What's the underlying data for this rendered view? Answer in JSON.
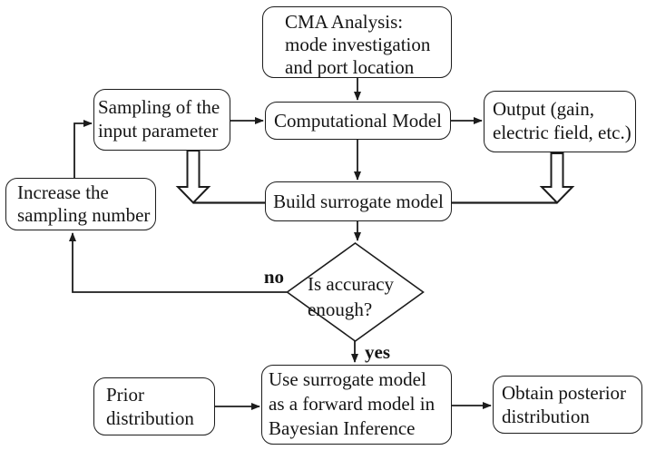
{
  "flowchart": {
    "nodes": {
      "cma": {
        "lines": [
          "CMA Analysis:",
          "mode investigation",
          "and port location"
        ]
      },
      "sampling": {
        "lines": [
          "Sampling of the",
          "input parameter"
        ]
      },
      "computational": {
        "lines": [
          "Computational Model"
        ]
      },
      "output": {
        "lines": [
          "Output (gain,",
          "electric field, etc.)"
        ]
      },
      "increase": {
        "lines": [
          "Increase the",
          "sampling number"
        ]
      },
      "build": {
        "lines": [
          "Build surrogate model"
        ]
      },
      "decision": {
        "lines": [
          "Is accuracy",
          "enough?"
        ]
      },
      "prior": {
        "lines": [
          "Prior",
          "distribution"
        ]
      },
      "use_surrogate": {
        "lines": [
          "Use surrogate model",
          "as a forward model in",
          "Bayesian Inference"
        ]
      },
      "posterior": {
        "lines": [
          "Obtain posterior",
          "distribution"
        ]
      }
    },
    "edge_labels": {
      "no": "no",
      "yes": "yes"
    },
    "colors": {
      "stroke": "#1c1c1c",
      "node_fill": "#ffffff",
      "background": "#ffffff",
      "text": "#151515"
    }
  }
}
